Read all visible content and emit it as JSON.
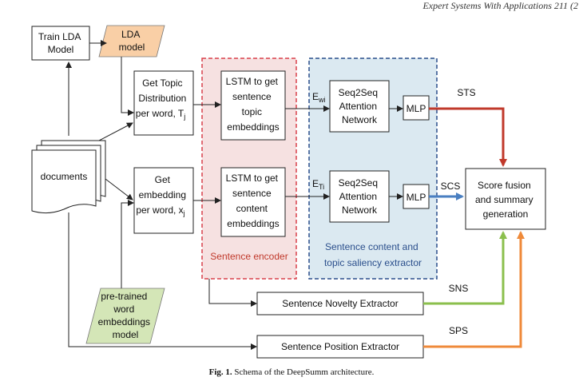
{
  "header": {
    "journal": "Expert Systems With Applications 211 (2"
  },
  "nodes": {
    "train_lda": [
      "Train LDA",
      "Model"
    ],
    "lda_model": [
      "LDA",
      "model"
    ],
    "get_topic": [
      "Get Topic",
      "Distribution",
      "per word, T",
      "j"
    ],
    "get_embedding": [
      "Get",
      "embedding",
      "per word, x",
      "j"
    ],
    "documents": "documents",
    "pretrained": [
      "pre-trained",
      "word",
      "embeddings",
      "model"
    ],
    "lstm_topic": [
      "LSTM to get",
      "sentence",
      "topic",
      "embeddings"
    ],
    "lstm_content": [
      "LSTM to get",
      "sentence",
      "content",
      "embeddings"
    ],
    "seq2seq_top": [
      "Seq2Seq",
      "Attention",
      "Network"
    ],
    "seq2seq_bottom": [
      "Seq2Seq",
      "Attention",
      "Network"
    ],
    "mlp_top": "MLP",
    "mlp_bottom": "MLP",
    "score_fusion": [
      "Score fusion",
      "and summary",
      "generation"
    ],
    "novelty": "Sentence Novelty Extractor",
    "position": "Sentence Position Extractor"
  },
  "groups": {
    "encoder": "Sentence encoder",
    "saliency": [
      "Sentence content and",
      "topic saliency extractor"
    ]
  },
  "edge_labels": {
    "e_wi": "E",
    "e_wi_sub": "wi",
    "e_ti": "E",
    "e_ti_sub": "Ti",
    "sts": "STS",
    "scs": "SCS",
    "sns": "SNS",
    "sps": "SPS"
  },
  "colors": {
    "lda_fill": "#f9cfa6",
    "pretrained_fill": "#d4e6b7",
    "encoder_fill": "#f6e1e1",
    "encoder_border": "#d9414b",
    "saliency_fill": "#dbe9f1",
    "saliency_border": "#2b4f8c",
    "sts": "#c0392b",
    "scs": "#4a7fc1",
    "sns": "#8bbf4d",
    "sps": "#ef8a3a"
  },
  "caption": {
    "label": "Fig. 1.",
    "text": "Schema of the DeepSumm architecture."
  }
}
